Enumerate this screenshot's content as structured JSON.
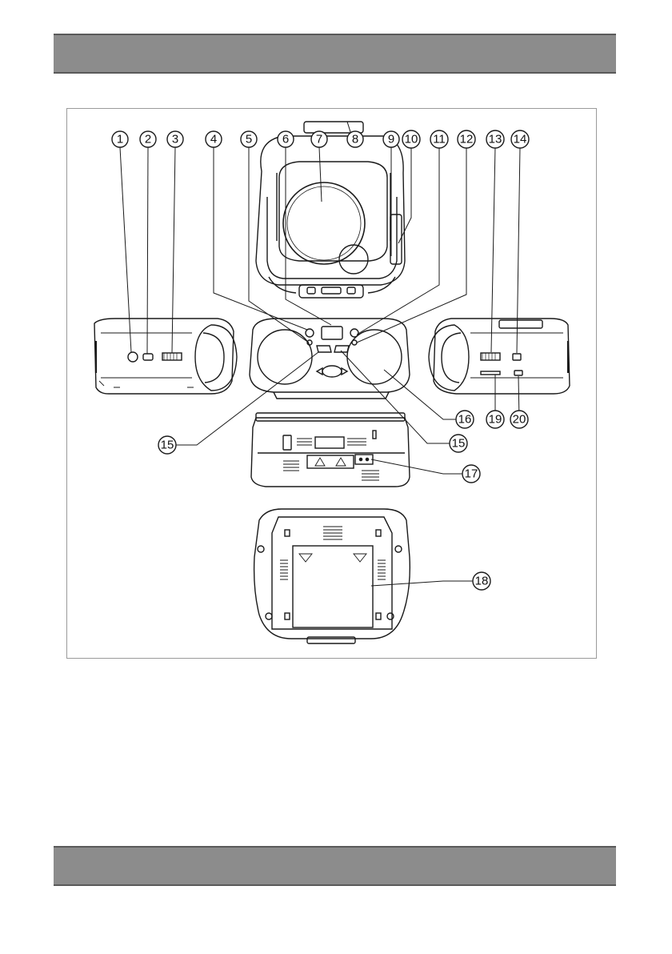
{
  "callouts": [
    "1",
    "2",
    "3",
    "4",
    "5",
    "6",
    "7",
    "8",
    "9",
    "10",
    "11",
    "12",
    "13",
    "14",
    "15",
    "15",
    "16",
    "17",
    "18",
    "19",
    "20"
  ]
}
